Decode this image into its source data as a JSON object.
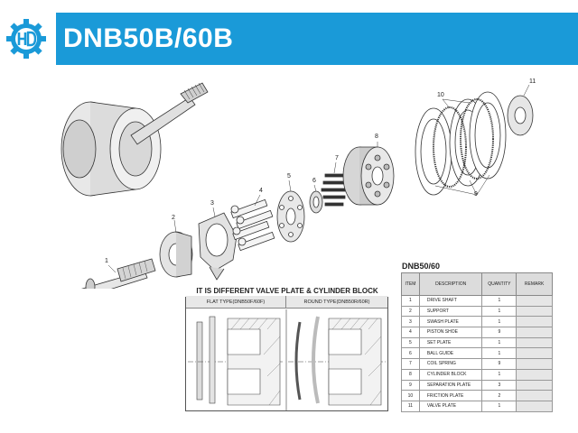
{
  "header": {
    "title": "DNB50B/60B",
    "accent_color": "#1a9ad8",
    "logo_icon": "hd-gear-logo-icon"
  },
  "callouts": [
    "1",
    "2",
    "3",
    "4",
    "5",
    "6",
    "7",
    "8",
    "9",
    "10",
    "11"
  ],
  "valve_plate": {
    "title": "IT IS DIFFERENT VALVE PLATE & CYLINDER BLOCK",
    "flat_label": "FLAT TYPE(DNB50F/60F)",
    "round_label": "ROUND TYPE(DNB50R/60R)"
  },
  "parts_table": {
    "title": "DNB50/60",
    "headers": [
      "ITEM",
      "DESCRIPTION",
      "QUANTITY",
      "REMARK"
    ],
    "rows": [
      {
        "item": "1",
        "desc": "DRIVE SHAFT",
        "qty": "1",
        "remark": ""
      },
      {
        "item": "2",
        "desc": "SUPPORT",
        "qty": "1",
        "remark": ""
      },
      {
        "item": "3",
        "desc": "SWASH PLATE",
        "qty": "1",
        "remark": ""
      },
      {
        "item": "4",
        "desc": "PISTON SHOE",
        "qty": "9",
        "remark": ""
      },
      {
        "item": "5",
        "desc": "SET PLATE",
        "qty": "1",
        "remark": ""
      },
      {
        "item": "6",
        "desc": "BALL GUIDE",
        "qty": "1",
        "remark": ""
      },
      {
        "item": "7",
        "desc": "COIL SPRING",
        "qty": "9",
        "remark": ""
      },
      {
        "item": "8",
        "desc": "CYLINDER BLOCK",
        "qty": "1",
        "remark": ""
      },
      {
        "item": "9",
        "desc": "SEPARATION PLATE",
        "qty": "3",
        "remark": ""
      },
      {
        "item": "10",
        "desc": "FRICTION PLATE",
        "qty": "2",
        "remark": ""
      },
      {
        "item": "11",
        "desc": "VALVE PLATE",
        "qty": "1",
        "remark": ""
      }
    ]
  }
}
